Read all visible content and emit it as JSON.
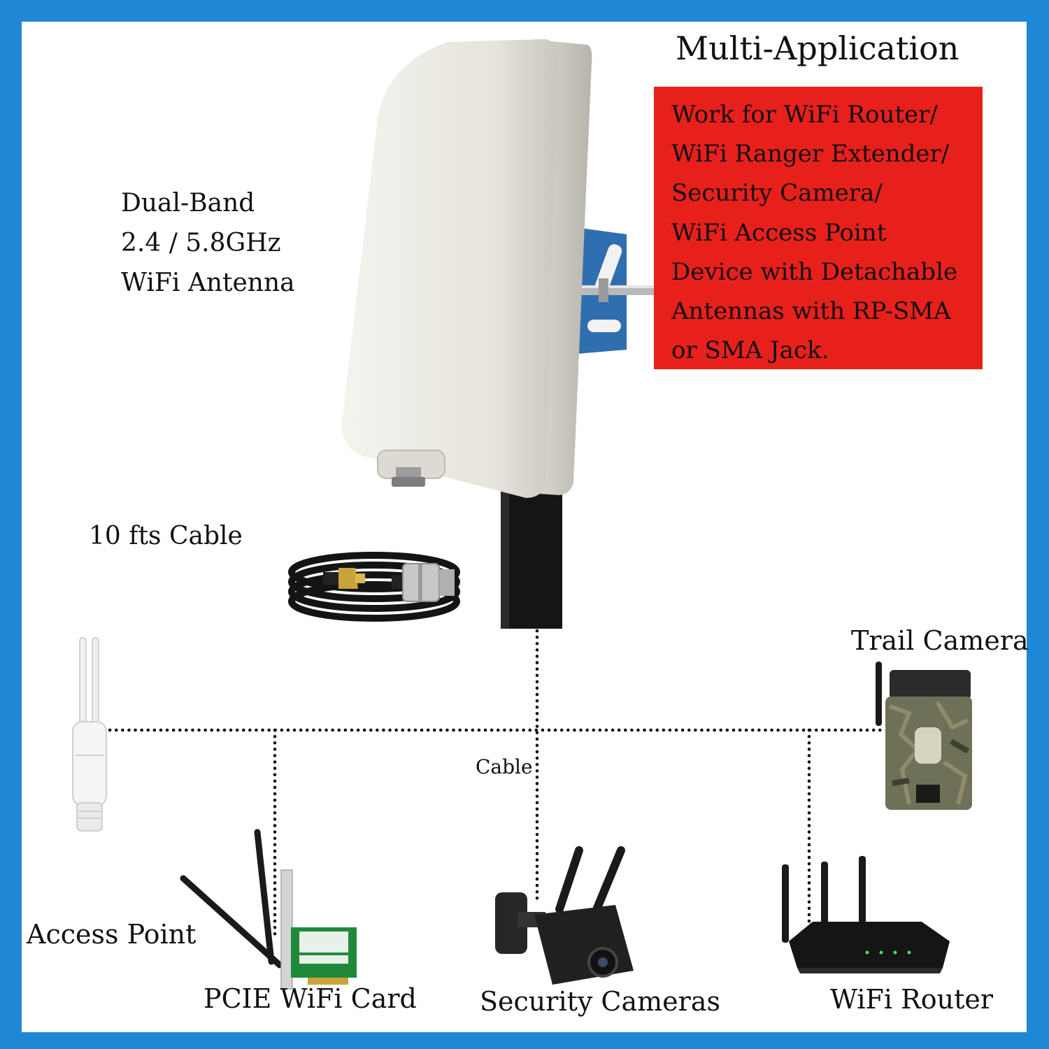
{
  "heading": "Multi-Application",
  "antenna_spec": [
    "Dual-Band",
    "2.4 / 5.8GHz",
    "WiFi Antenna"
  ],
  "cable_length_label": "10 fts Cable",
  "applications_box": [
    "Work for WiFi Router/",
    "WiFi Ranger Extender/",
    "Security Camera/",
    "WiFi Access Point",
    "Device with Detachable",
    "Antennas with RP-SMA",
    "or SMA Jack."
  ],
  "connector_label": "Cable",
  "devices": {
    "trail_camera": "Trail Camera",
    "access_point": "Access Point",
    "pcie_card": "PCIE WiFi Card",
    "security_cameras": "Security Cameras",
    "wifi_router": "WiFi Router"
  },
  "colors": {
    "border": "#1e88d6",
    "box": "#e8201c"
  }
}
